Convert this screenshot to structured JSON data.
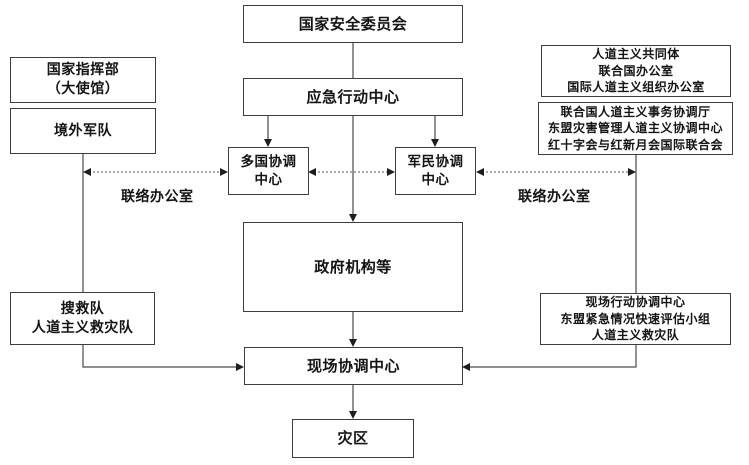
{
  "diagram": {
    "boxes": {
      "nsc": {
        "lines": [
          "国家安全委员会"
        ]
      },
      "eoc": {
        "lines": [
          "应急行动中心"
        ]
      },
      "nhq": {
        "lines": [
          "国家指挥部",
          "（大使馆）"
        ]
      },
      "foreign_troops": {
        "lines": [
          "境外军队"
        ]
      },
      "hum_community": {
        "lines": [
          "人道主义共同体",
          "联合国办公室",
          "国际人道主义组织办公室"
        ]
      },
      "intl_orgs": {
        "lines": [
          "联合国人道主义事务协调厅",
          "东盟灾害管理人道主义协调中心",
          "红十字会与红新月会国际联合会"
        ]
      },
      "mncc": {
        "lines": [
          "多国协调",
          "中心"
        ]
      },
      "cmcc": {
        "lines": [
          "军民协调",
          "中心"
        ]
      },
      "gov": {
        "lines": [
          "政府机构等"
        ]
      },
      "sar": {
        "lines": [
          "搜救队",
          "人道主义救灾队"
        ]
      },
      "field_orgs": {
        "lines": [
          "现场行动协调中心",
          "东盟紧急情况快速评估小组",
          "人道主义救灾队"
        ]
      },
      "osocc": {
        "lines": [
          "现场协调中心"
        ]
      },
      "disaster": {
        "lines": [
          "灾区"
        ]
      }
    },
    "labels": {
      "liaison_left": "联络办公室",
      "liaison_right": "联络办公室"
    },
    "colors": {
      "line": "#4a4a4a",
      "border": "#3e3e3e",
      "text": "#141414",
      "background": "#ffffff"
    }
  }
}
